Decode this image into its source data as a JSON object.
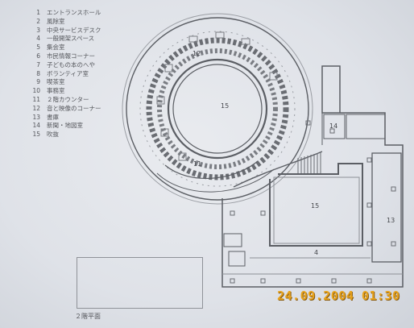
{
  "legend": [
    {
      "num": "1",
      "label": "エントランスホール"
    },
    {
      "num": "2",
      "label": "風除室"
    },
    {
      "num": "3",
      "label": "中央サービスデスク"
    },
    {
      "num": "4",
      "label": "一般開架スペース"
    },
    {
      "num": "5",
      "label": "集会室"
    },
    {
      "num": "6",
      "label": "市民情報コーナー"
    },
    {
      "num": "7",
      "label": "子どもの本のへや"
    },
    {
      "num": "8",
      "label": "ボランティア室"
    },
    {
      "num": "9",
      "label": "喫茶室"
    },
    {
      "num": "10",
      "label": "事務室"
    },
    {
      "num": "11",
      "label": "２階カウンター"
    },
    {
      "num": "12",
      "label": "音と映像のコーナー"
    },
    {
      "num": "13",
      "label": "書庫"
    },
    {
      "num": "14",
      "label": "新聞・地図室"
    },
    {
      "num": "15",
      "label": "吹抜"
    }
  ],
  "plan_labels": {
    "r12": "12",
    "r15_circle": "15",
    "r11": "11",
    "r14": "14",
    "r15_square": "15",
    "r13": "13",
    "r4": "4"
  },
  "caption": "２階平面",
  "timestamp": "24.09.2004 01:30"
}
